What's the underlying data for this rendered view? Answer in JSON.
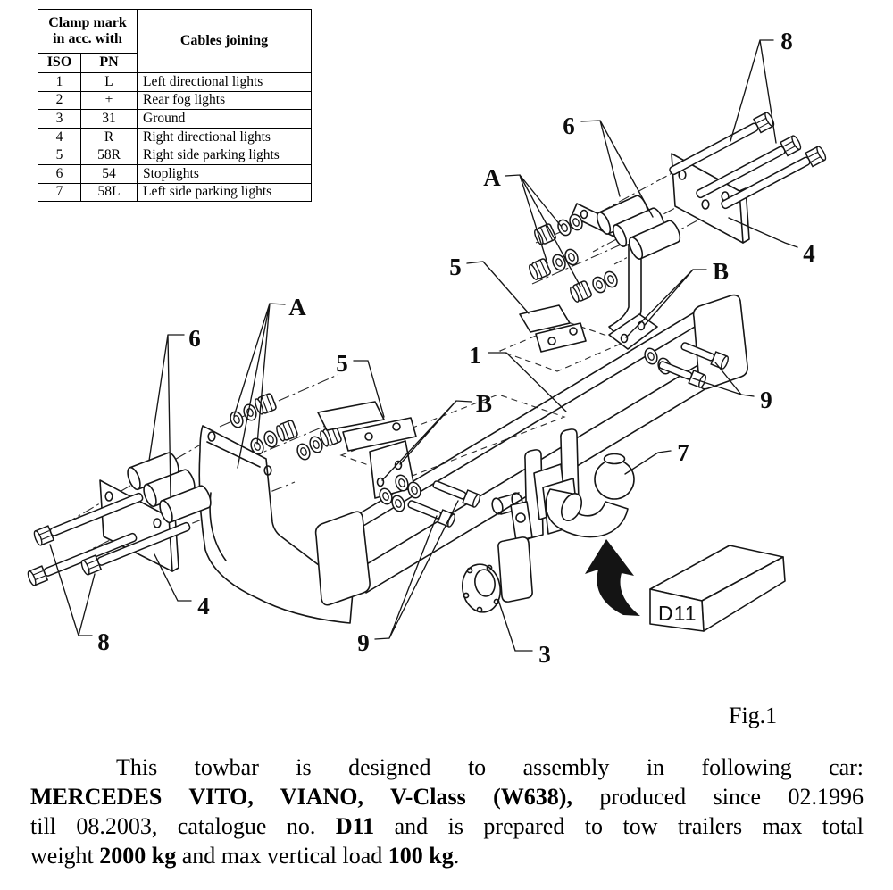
{
  "table": {
    "header": {
      "clamp_line1": "Clamp mark",
      "clamp_line2": "in acc. with",
      "iso": "ISO",
      "pn": "PN",
      "cables": "Cables joining"
    },
    "rows": [
      [
        "1",
        "L",
        "Left directional lights"
      ],
      [
        "2",
        "+",
        "Rear fog lights"
      ],
      [
        "3",
        "31",
        "Ground"
      ],
      [
        "4",
        "R",
        "Right directional lights"
      ],
      [
        "5",
        "58R",
        "Right side parking lights"
      ],
      [
        "6",
        "54",
        "Stoplights"
      ],
      [
        "7",
        "58L",
        "Left side parking lights"
      ]
    ]
  },
  "diagram": {
    "labels": {
      "one": "1",
      "three": "3",
      "four": "4",
      "five": "5",
      "six": "6",
      "seven": "7",
      "eight": "8",
      "nine": "9",
      "a": "A",
      "b": "B"
    },
    "box_label": "D11"
  },
  "figure": {
    "caption": "Fig.1"
  },
  "paragraph": {
    "line1": {
      "t1": "This towbar is designed to assembly in following car:"
    },
    "line2": {
      "b1": "MERCEDES VITO, VIANO, V-Class (W638),",
      "t1": " produced since 02.1996"
    },
    "line3": {
      "t1": "till 08.2003, catalogue no. ",
      "b1": "D11",
      "t2": " and is prepared to tow trailers max total"
    },
    "line4": {
      "t1": "weight ",
      "b1": "2000 kg",
      "t2": " and max vertical load ",
      "b2": "100 kg",
      "t3": "."
    }
  }
}
